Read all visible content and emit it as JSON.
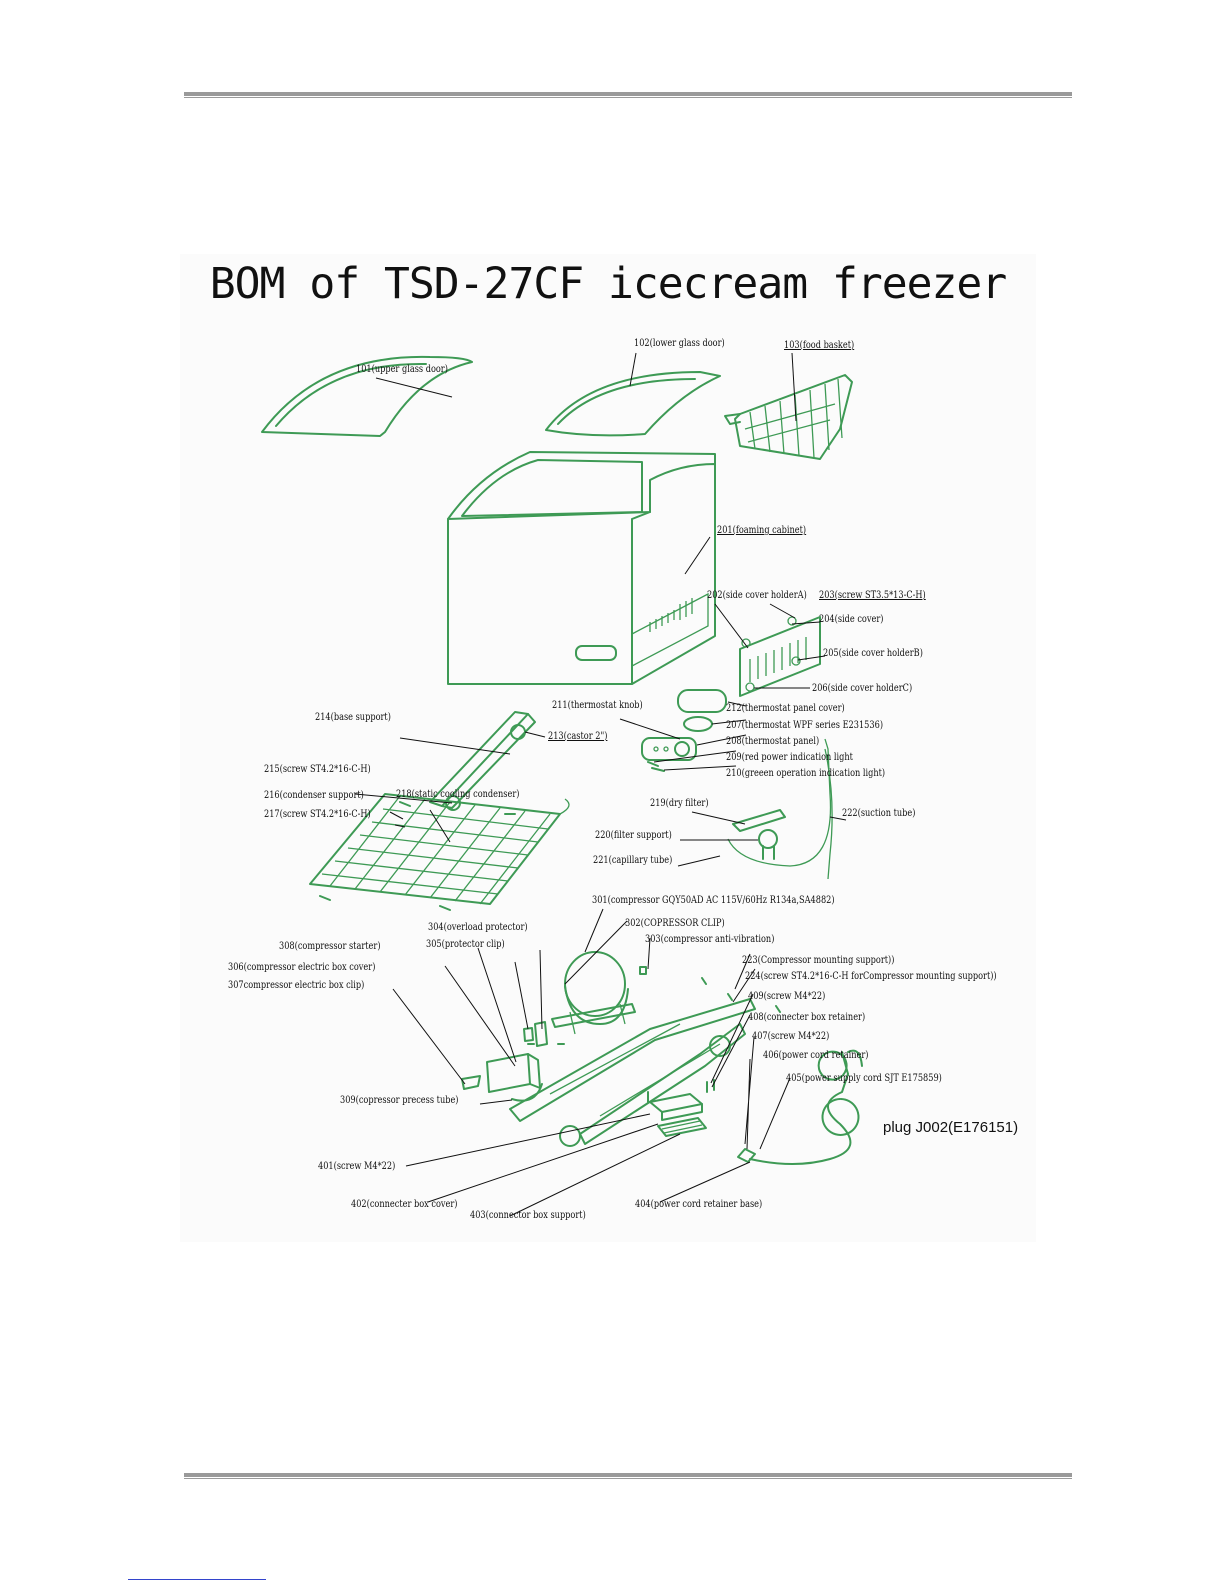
{
  "title": "BOM of TSD-27CF icecream freezer",
  "parts": [
    {
      "id": "101",
      "label": "101(upper glass door)"
    },
    {
      "id": "102",
      "label": "102(lower glass door)"
    },
    {
      "id": "103",
      "label": "103(food basket)"
    },
    {
      "id": "201",
      "label": "201(foaming cabinet)"
    },
    {
      "id": "202",
      "label": "202(side cover holderA)"
    },
    {
      "id": "203",
      "label": "203(screw ST3.5*13-C-H)"
    },
    {
      "id": "204",
      "label": "204(side cover)"
    },
    {
      "id": "205",
      "label": "205(side cover holderB)"
    },
    {
      "id": "206",
      "label": "206(side cover holderC)"
    },
    {
      "id": "207",
      "label": "207(thermostat WPF series E231536)"
    },
    {
      "id": "208",
      "label": "208(thermostat panel)"
    },
    {
      "id": "209",
      "label": "209(red power indication light"
    },
    {
      "id": "210",
      "label": "210(greeen operation indication light)"
    },
    {
      "id": "211",
      "label": "211(thermostat knob)"
    },
    {
      "id": "212",
      "label": "212(thermostat panel cover)"
    },
    {
      "id": "213",
      "label": "213(castor 2\")"
    },
    {
      "id": "214",
      "label": "214(base support)"
    },
    {
      "id": "215",
      "label": "215(screw ST4.2*16-C-H)"
    },
    {
      "id": "216",
      "label": "216(condenser support)"
    },
    {
      "id": "217",
      "label": "217(screw ST4.2*16-C-H)"
    },
    {
      "id": "218",
      "label": "218(static cooling condenser)"
    },
    {
      "id": "219",
      "label": "219(dry filter)"
    },
    {
      "id": "220",
      "label": "220(filter support)"
    },
    {
      "id": "221",
      "label": "221(capillary tube)"
    },
    {
      "id": "222",
      "label": "222(suction tube)"
    },
    {
      "id": "223",
      "label": "223(Compressor mounting support))"
    },
    {
      "id": "224",
      "label": "224(screw ST4.2*16-C-H forCompressor mounting support))"
    },
    {
      "id": "301",
      "label": "301(compressor GQY50AD AC 115V/60Hz R134a,SA4882)"
    },
    {
      "id": "302",
      "label": "302(COPRESSOR CLIP)"
    },
    {
      "id": "303",
      "label": "303(compressor anti-vibration)"
    },
    {
      "id": "304",
      "label": "304(overload protector)"
    },
    {
      "id": "305",
      "label": "305(protector clip)"
    },
    {
      "id": "306",
      "label": "306(compressor electric box cover)"
    },
    {
      "id": "307",
      "label": "307compressor electric box clip)"
    },
    {
      "id": "308",
      "label": "308(compressor starter)"
    },
    {
      "id": "309",
      "label": "309(copressor precess tube)"
    },
    {
      "id": "401",
      "label": "401(screw M4*22)"
    },
    {
      "id": "402",
      "label": "402(connecter box cover)"
    },
    {
      "id": "403",
      "label": "403(connector box support)"
    },
    {
      "id": "404",
      "label": "404(power cord retainer base)"
    },
    {
      "id": "405",
      "label": "405(power supply cord SJT E175859)"
    },
    {
      "id": "406",
      "label": "406(power cord retainer)"
    },
    {
      "id": "407",
      "label": "407(screw M4*22)"
    },
    {
      "id": "408",
      "label": "408(connecter box retainer)"
    },
    {
      "id": "409",
      "label": "409(screw M4*22)"
    }
  ],
  "plug_label": "plug J002(E176151)"
}
